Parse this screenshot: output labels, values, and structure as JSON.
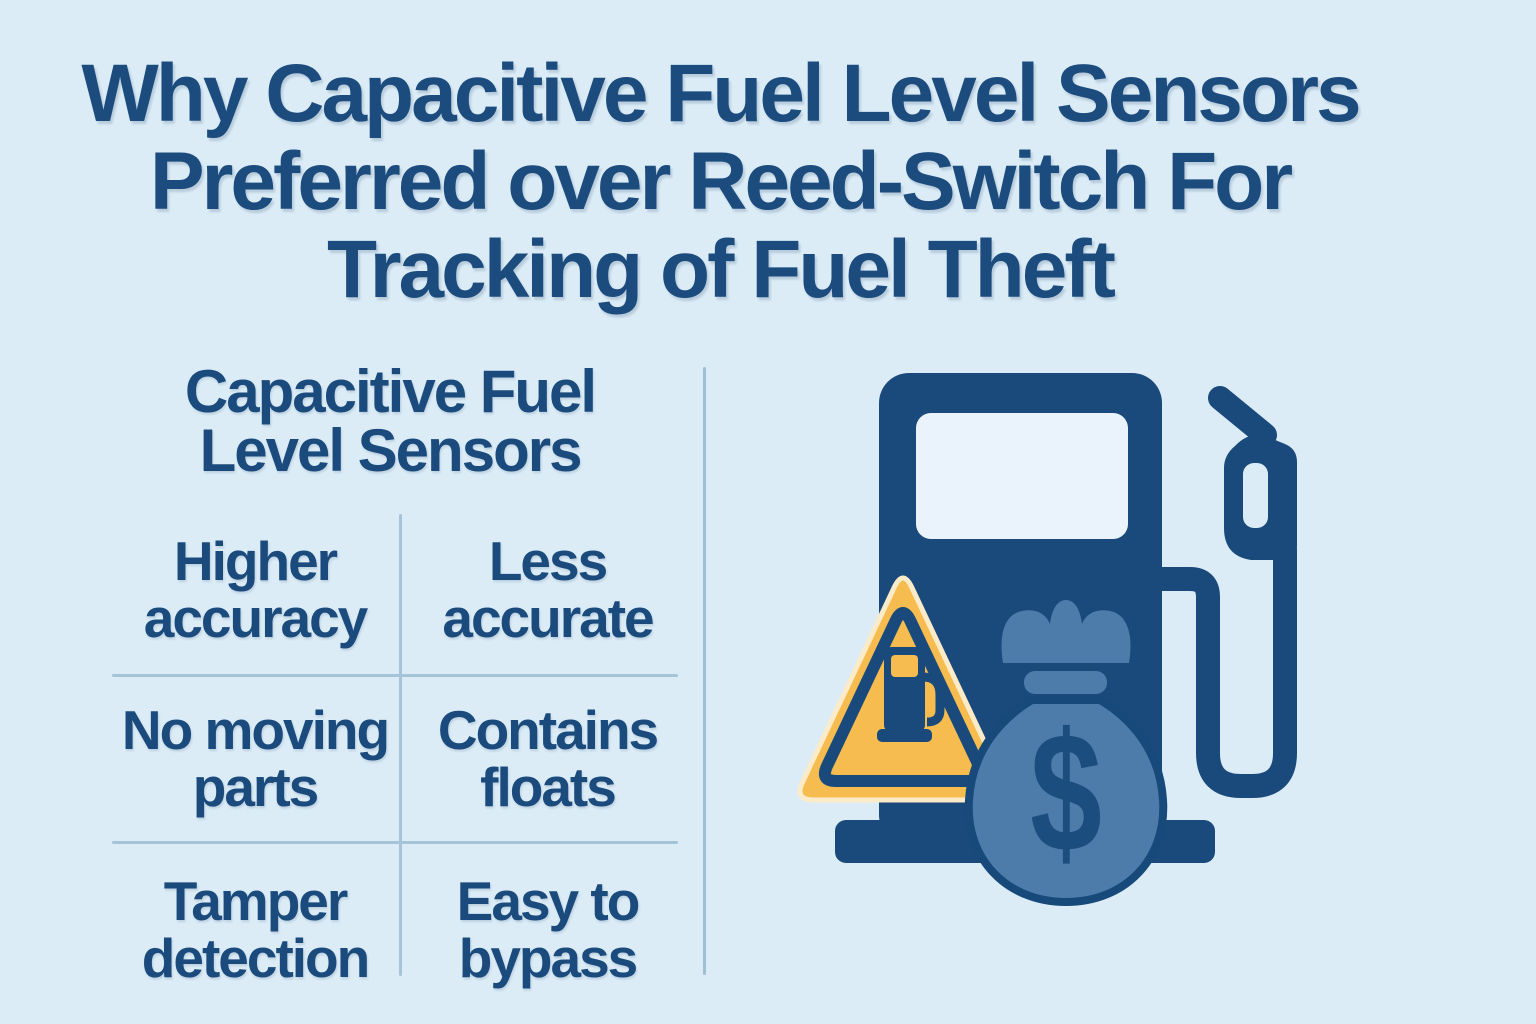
{
  "title": {
    "lines": [
      "Why Capacitive Fuel Level Sensors",
      "Preferred over Reed-Switch For",
      "Tracking of Fuel Theft"
    ]
  },
  "comparison_table": {
    "header_lines": [
      "Capacitive Fuel",
      "Level Sensors"
    ],
    "rows": [
      {
        "left": "Higher accuracy",
        "right": "Less accurate"
      },
      {
        "left": "No moving parts",
        "right": "Contains floats"
      },
      {
        "left": "Tamper detection",
        "right": "Easy to bypass"
      }
    ]
  },
  "illustration": {
    "icons": [
      "fuel-pump-icon",
      "fuel-nozzle-icon",
      "warning-triangle-icon",
      "mini-fuel-pump-icon",
      "money-bag-icon"
    ],
    "dollar_symbol": "$"
  },
  "colors": {
    "background": "#dbecf7",
    "navy": "#1a4a7b",
    "text_navy": "#1b4b7d",
    "bag_blue": "#4e7caa",
    "warning_yellow": "#f6bc50",
    "cream_outline": "#fcebc8",
    "screen_light": "#eaf3fb",
    "divider": "#a6c4d7"
  }
}
